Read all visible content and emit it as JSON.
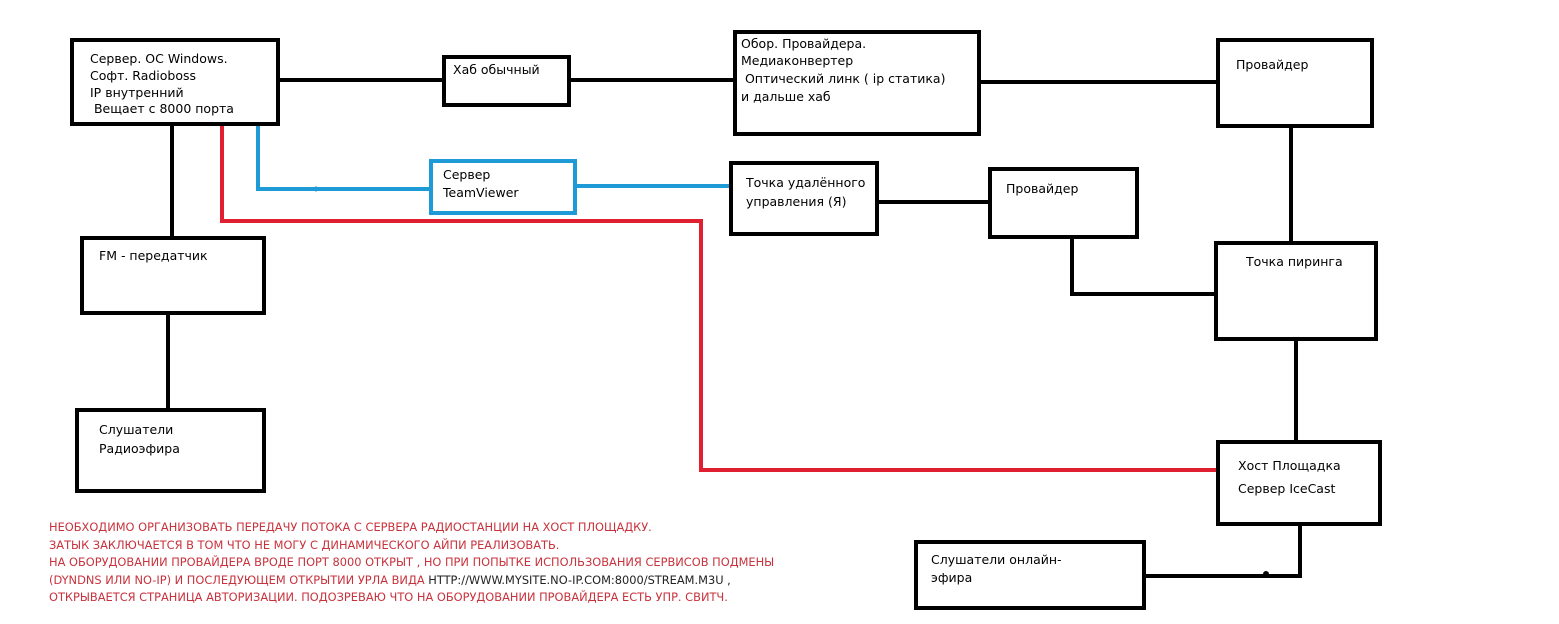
{
  "colors": {
    "box_border": "#000000",
    "teamviewer_border": "#1e9ad6",
    "teamviewer_line": "#1e9ad6",
    "stream_line": "#e02030",
    "note_text": "#c8323c",
    "note_url_text": "#222222"
  },
  "nodes": {
    "server": [
      "Сервер. ОС Windows.",
      "Софт. Radioboss",
      "IP внутренний",
      " Вещает с 8000 порта"
    ],
    "hub": [
      "Хаб обычный"
    ],
    "provider_equipment": [
      "Обор. Провайдера.",
      "Медиаконвертер",
      " Оптический линк ( ip статика)",
      "и дальше хаб"
    ],
    "provider_top": [
      "Провайдер"
    ],
    "teamviewer_server": [
      "Сервер",
      "TeamViewer"
    ],
    "remote_point": [
      "Точка удалённого",
      "управления (Я)"
    ],
    "provider_middle": [
      "Провайдер"
    ],
    "peering_point": [
      "Точка пиринга"
    ],
    "fm_transmitter": [
      "FM - передатчик"
    ],
    "radio_listeners": [
      "Слушатели",
      "Радиоэфира"
    ],
    "icecast_host": [
      "Хост Площадка",
      "Сервер IceCast"
    ],
    "online_listeners": [
      "Слушатели онлайн-",
      "эфира"
    ]
  },
  "note": {
    "line1": "НЕОБХОДИМО ОРГАНИЗОВАТЬ ПЕРЕДАЧУ ПОТОКА С СЕРВЕРА РАДИОСТАНЦИИ НА ХОСТ ПЛОЩАДКУ.",
    "line2": "ЗАТЫК ЗАКЛЮЧАЕТСЯ В ТОМ ЧТО НЕ МОГУ С ДИНАМИЧЕСКОГО АЙПИ РЕАЛИЗОВАТЬ.",
    "line3": "НА ОБОРУДОВАНИИ ПРОВАЙДЕРА ВРОДЕ ПОРТ 8000 ОТКРЫТ , НО ПРИ ПОПЫТКЕ ИСПОЛЬЗОВАНИЯ СЕРВИСОВ ПОДМЕНЫ",
    "line4_start": "(DYNDNS ИЛИ NO-IP) И ПОСЛЕДУЮЩЕМ ОТКРЫТИИ УРЛА ВИДА ",
    "line4_url": "HTTP://WWW.MYSITE.NO-IP.COM:8000/STREAM.M3U ,",
    "line5": "ОТКРЫВАЕТСЯ СТРАНИЦА АВТОРИЗАЦИИ. ПОДОЗРЕВАЮ ЧТО НА ОБОРУДОВАНИИ ПРОВАЙДЕРА ЕСТЬ УПР. СВИТЧ."
  }
}
